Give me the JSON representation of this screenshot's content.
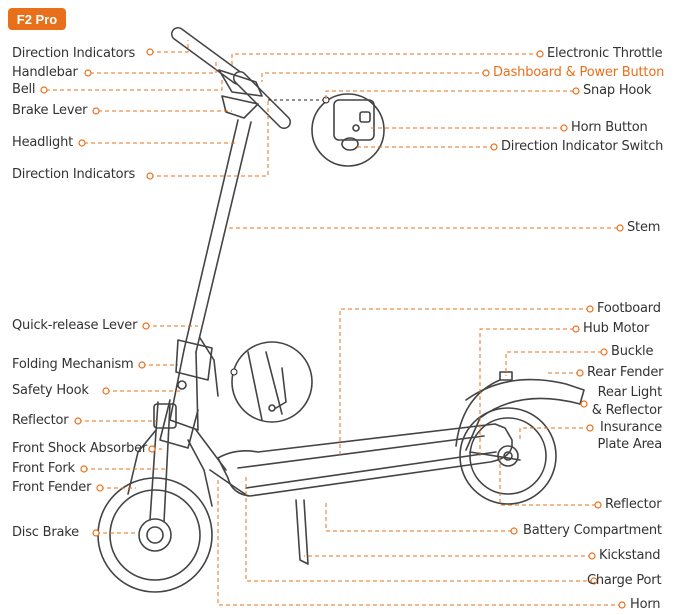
{
  "badge": "F2 Pro",
  "colors": {
    "accent": "#e8701a",
    "line": "#444444",
    "leader": "#e8701a"
  },
  "labels_left": {
    "direction_indicators_top": "Direction Indicators",
    "handlebar": "Handlebar",
    "bell": "Bell",
    "brake_lever": "Brake Lever",
    "headlight": "Headlight",
    "direction_indicators_mid": "Direction Indicators",
    "quick_release_lever": "Quick-release Lever",
    "folding_mechanism": "Folding Mechanism",
    "safety_hook": "Safety Hook",
    "reflector": "Reflector",
    "front_shock_absorber": "Front Shock Absorber",
    "front_fork": "Front Fork",
    "front_fender": "Front Fender",
    "disc_brake": "Disc Brake"
  },
  "labels_right": {
    "electronic_throttle": "Electronic Throttle",
    "dashboard_power_button": "Dashboard & Power Button",
    "snap_hook": "Snap Hook",
    "horn_button": "Horn Button",
    "direction_indicator_switch": "Direction Indicator Switch",
    "stem": "Stem",
    "footboard": "Footboard",
    "hub_motor": "Hub Motor",
    "buckle": "Buckle",
    "rear_fender": "Rear Fender",
    "rear_light_line1": "Rear Light",
    "rear_light_line2": "& Reflector",
    "insurance_line1": "Insurance",
    "insurance_line2": "Plate Area",
    "reflector": "Reflector",
    "battery_compartment": "Battery Compartment",
    "kickstand": "Kickstand",
    "charge_port": "Charge Port",
    "horn": "Horn"
  }
}
